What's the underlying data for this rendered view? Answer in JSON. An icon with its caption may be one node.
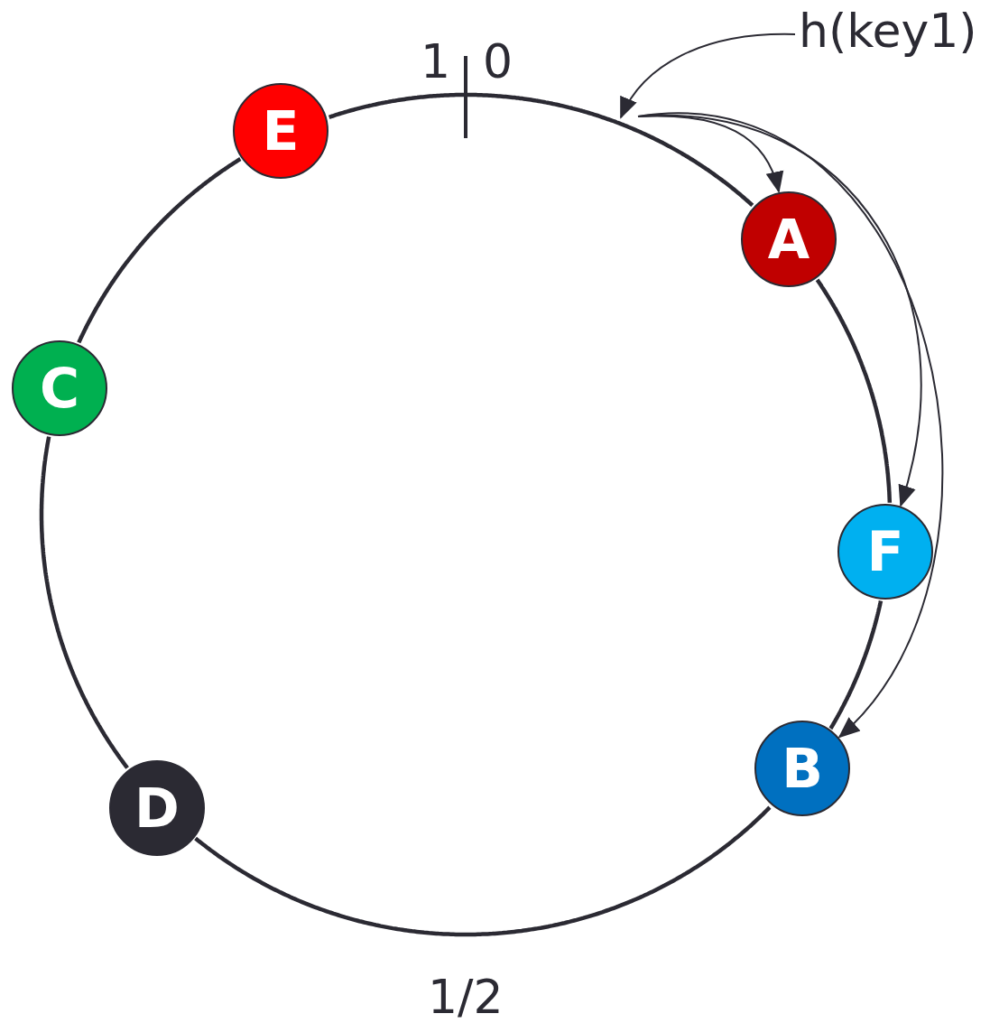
{
  "diagram": {
    "nodes": [
      {
        "text": [
          "h(key1)"
        ]
      },
      {
        "text": [
          "E"
        ]
      },
      {
        "text": [
          "A"
        ]
      },
      {
        "text": [
          "C"
        ]
      },
      {
        "text": [
          "F"
        ]
      },
      {
        "text": [
          "B"
        ]
      },
      {
        "text": [
          "D"
        ]
      }
    ],
    "edges": [
      {
        "from": 1,
        "to": 2,
        "arrow": "none"
      },
      {
        "from": 2,
        "to": 4,
        "arrow": "none"
      },
      {
        "from": 4,
        "to": 5,
        "arrow": "none"
      },
      {
        "from": 5,
        "to": 6,
        "arrow": "none"
      },
      {
        "from": 6,
        "to": 3,
        "arrow": "none"
      },
      {
        "from": 3,
        "to": 1,
        "arrow": "none"
      },
      {
        "from": 0,
        "to": null,
        "arrow": "to"
      },
      {
        "from": null,
        "to": 2,
        "arrow": "to"
      },
      {
        "from": null,
        "to": 4,
        "arrow": "to"
      },
      {
        "from": null,
        "to": 5,
        "arrow": "to"
      }
    ],
    "labels": [
      "1",
      "0",
      "1/2"
    ]
  }
}
